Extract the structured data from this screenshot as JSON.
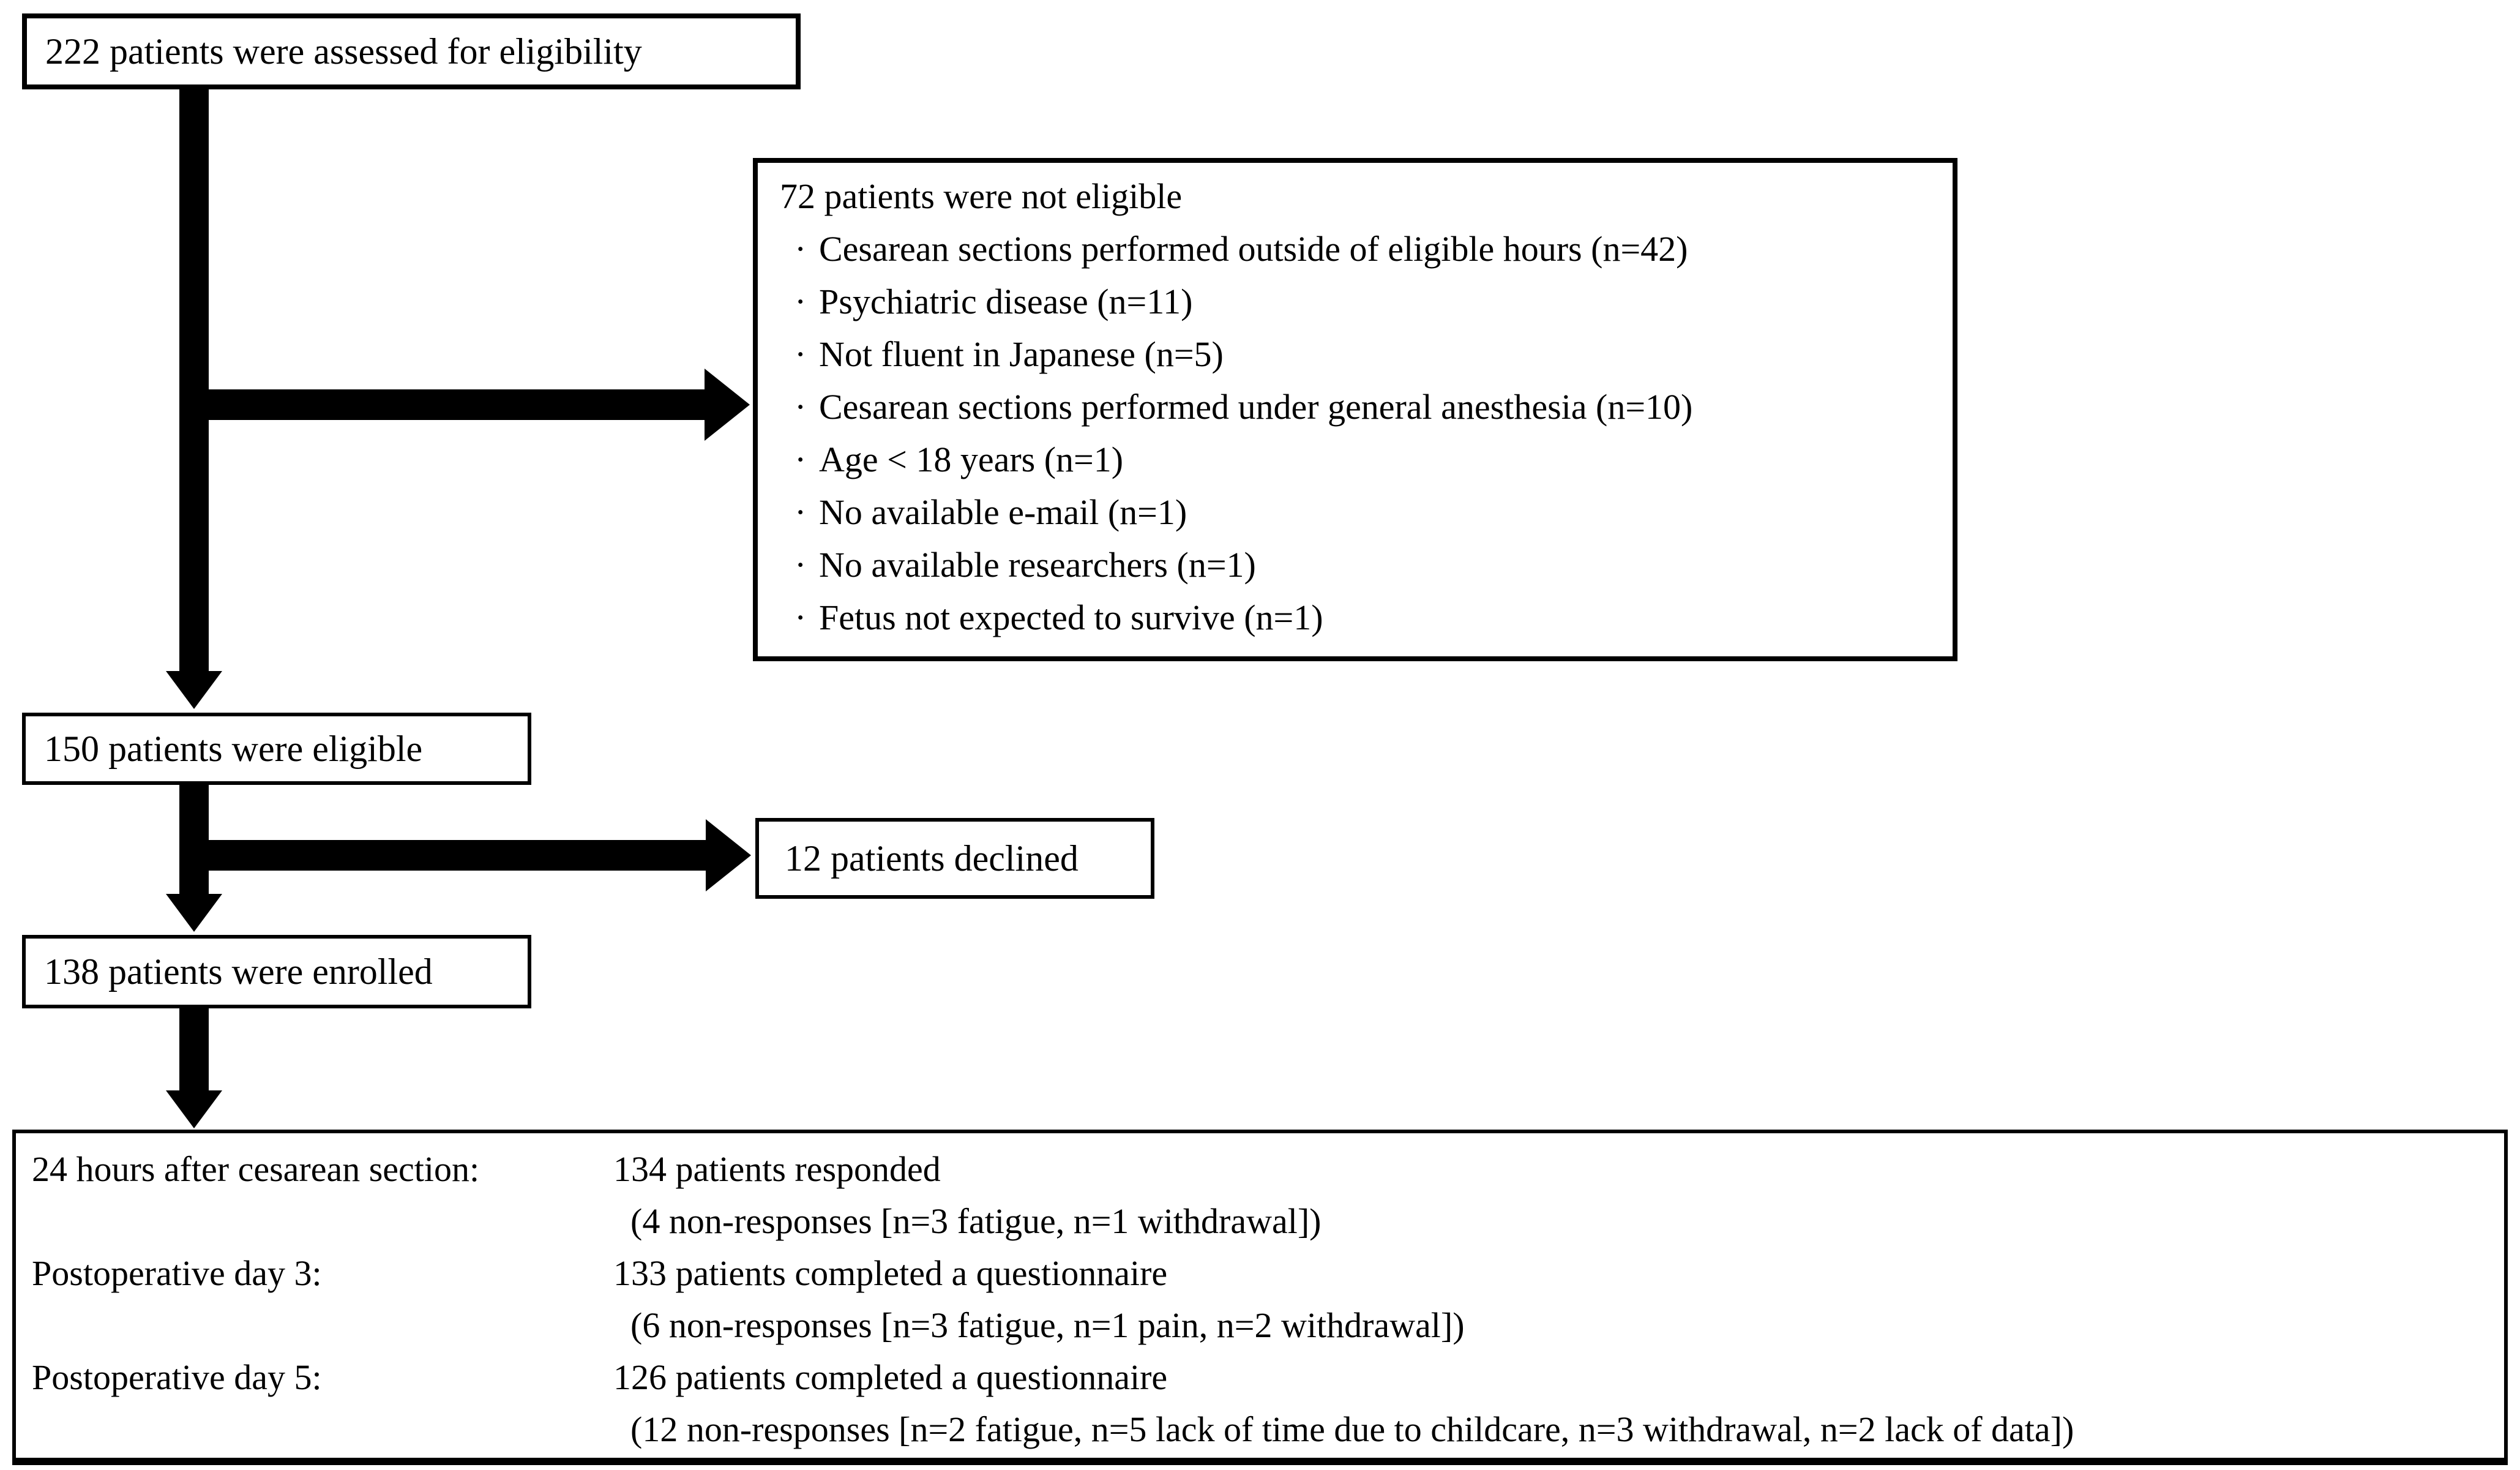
{
  "flowchart": {
    "colors": {
      "ink": "#000000",
      "background": "#ffffff"
    },
    "box_assessed": {
      "text": "222 patients were assessed for eligibility"
    },
    "box_not_eligible": {
      "title": "72 patients were not eligible",
      "bullet": "·",
      "items": [
        "Cesarean sections performed outside of eligible hours (n=42)",
        "Psychiatric disease (n=11)",
        "Not fluent in Japanese (n=5)",
        "Cesarean sections performed under general anesthesia (n=10)",
        "Age < 18 years (n=1)",
        "No available e-mail (n=1)",
        "No available researchers (n=1)",
        "Fetus not expected to survive (n=1)"
      ]
    },
    "box_eligible": {
      "text": "150 patients were eligible"
    },
    "box_declined": {
      "text": "12 patients declined"
    },
    "box_enrolled": {
      "text": "138 patients were enrolled"
    },
    "box_followup": {
      "rows": [
        {
          "label": "24 hours after cesarean section:",
          "text": "134 patients responded"
        },
        {
          "label": "",
          "text": "(4 non-responses [n=3 fatigue, n=1 withdrawal])"
        },
        {
          "label": "Postoperative day 3:",
          "text": "133 patients completed a questionnaire"
        },
        {
          "label": "",
          "text": "(6 non-responses [n=3 fatigue, n=1 pain, n=2 withdrawal])"
        },
        {
          "label": "Postoperative day 5:",
          "text": "126 patients completed a questionnaire"
        },
        {
          "label": "",
          "text": "(12 non-responses [n=2 fatigue, n=5 lack of time due to childcare, n=3 withdrawal, n=2 lack of data])"
        }
      ]
    }
  }
}
